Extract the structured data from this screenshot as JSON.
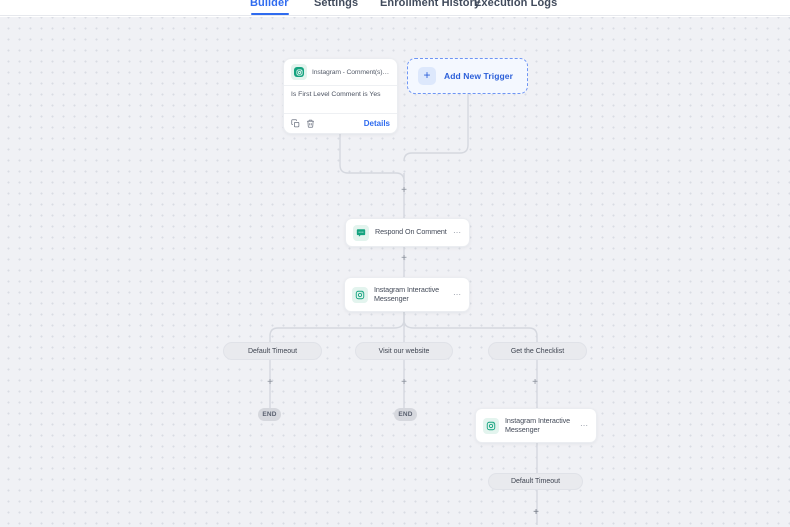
{
  "tabs": [
    {
      "label": "Builder",
      "active": true
    },
    {
      "label": "Settings",
      "active": false
    },
    {
      "label": "Enrollment History",
      "active": false
    },
    {
      "label": "Execution Logs",
      "active": false
    }
  ],
  "colors": {
    "accent_blue": "#2f6bef",
    "brand_green": "#14a37f",
    "canvas_bg": "#f0f1f5"
  },
  "icons": {
    "plus": "+",
    "ellipsis": "⋯",
    "instagram": "instagram-icon",
    "comment": "comment-bubble-icon",
    "copy": "copy-icon",
    "trash": "trash-icon"
  },
  "flow": {
    "trigger": {
      "title": "Instagram - Comment(s) On A...",
      "condition": "Is First Level Comment is Yes",
      "details_label": "Details"
    },
    "add_trigger": {
      "label": "Add New Trigger"
    },
    "respond_node": {
      "title": "Respond On Comment"
    },
    "messenger_node_1": {
      "title": "Instagram Interactive Messenger"
    },
    "branches": [
      {
        "label": "Default Timeout"
      },
      {
        "label": "Visit our website"
      },
      {
        "label": "Get the Checklist"
      }
    ],
    "end_label": "END",
    "messenger_node_2": {
      "title": "Instagram Interactive Messenger"
    },
    "timeout_pill_2": {
      "label": "Default Timeout"
    }
  }
}
